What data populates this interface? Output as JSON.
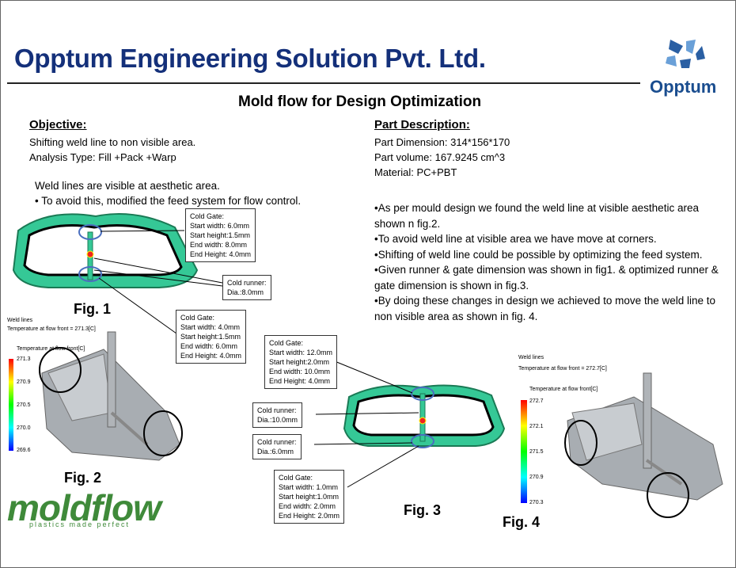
{
  "header": {
    "title": "Opptum Engineering Solution Pvt. Ltd.",
    "logo_text": "Opptum"
  },
  "subtitle": "Mold flow for Design Optimization",
  "objective": {
    "heading": "Objective:",
    "line1": "Shifting weld line to non visible area.",
    "line2": "Analysis Type: Fill +Pack +Warp"
  },
  "weld_note": {
    "line1": "Weld lines are visible at aesthetic area.",
    "line2": "• To avoid this, modified the feed system for flow control."
  },
  "part": {
    "heading": "Part Description:",
    "dimension": "Part Dimension: 314*156*170",
    "volume": "Part volume:  167.9245 cm^3",
    "material": "Material:  PC+PBT"
  },
  "bullets": [
    "•As per mould design  we found the weld line at visible aesthetic area shown n fig.2.",
    "•To avoid weld line at visible area we have move at corners.",
    "•Shifting of weld line could be possible by optimizing the feed system.",
    "•Given runner & gate dimension was shown in fig1. & optimized runner & gate dimension is shown in fig.3.",
    "•By doing these changes in design we achieved to move the weld line to non visible area as shown in fig. 4."
  ],
  "fig1": {
    "label": "Fig. 1",
    "gate_top": {
      "title": "Cold Gate:",
      "l1": "Start width: 6.0mm",
      "l2": "Start height:1.5mm",
      "l3": "End width: 8.0mm",
      "l4": "End Height: 4.0mm"
    },
    "runner": {
      "title": "Cold runner:",
      "l1": "Dia.:8.0mm"
    },
    "gate_bottom": {
      "title": "Cold Gate:",
      "l1": "Start width: 4.0mm",
      "l2": "Start height:1.5mm",
      "l3": "End width: 6.0mm",
      "l4": "End Height: 4.0mm"
    }
  },
  "fig2": {
    "label": "Fig. 2",
    "weld": "Weld lines",
    "temp": "Temperature at flow front = 271.3[C]",
    "legend": "Temperature at flow front[C]",
    "ticks": [
      "271.3",
      "270.9",
      "270.5",
      "270.0",
      "269.6"
    ]
  },
  "fig3": {
    "label": "Fig. 3",
    "gate_top": {
      "title": "Cold Gate:",
      "l1": "Start width: 12.0mm",
      "l2": "Start height:2.0mm",
      "l3": "End width: 10.0mm",
      "l4": "End Height: 4.0mm"
    },
    "runner1": {
      "title": "Cold runner:",
      "l1": "Dia.:10.0mm"
    },
    "runner2": {
      "title": "Cold runner:",
      "l1": "Dia.:6.0mm"
    },
    "gate_bottom": {
      "title": "Cold Gate:",
      "l1": "Start width: 1.0mm",
      "l2": "Start height:1.0mm",
      "l3": "End width: 2.0mm",
      "l4": "End Height: 2.0mm"
    }
  },
  "fig4": {
    "label": "Fig. 4",
    "weld": "Weld lines",
    "temp": "Temperature at flow front = 272.7[C]",
    "legend": "Temperature at flow front[C]",
    "ticks": [
      "272.7",
      "272.1",
      "271.5",
      "270.9",
      "270.3"
    ]
  },
  "moldflow": {
    "brand": "moldflow",
    "tagline": "plastics made perfect"
  },
  "colors": {
    "title": "#14307a",
    "part_green": "#2ecc8f",
    "moldflow_green": "#3f8a3a"
  }
}
